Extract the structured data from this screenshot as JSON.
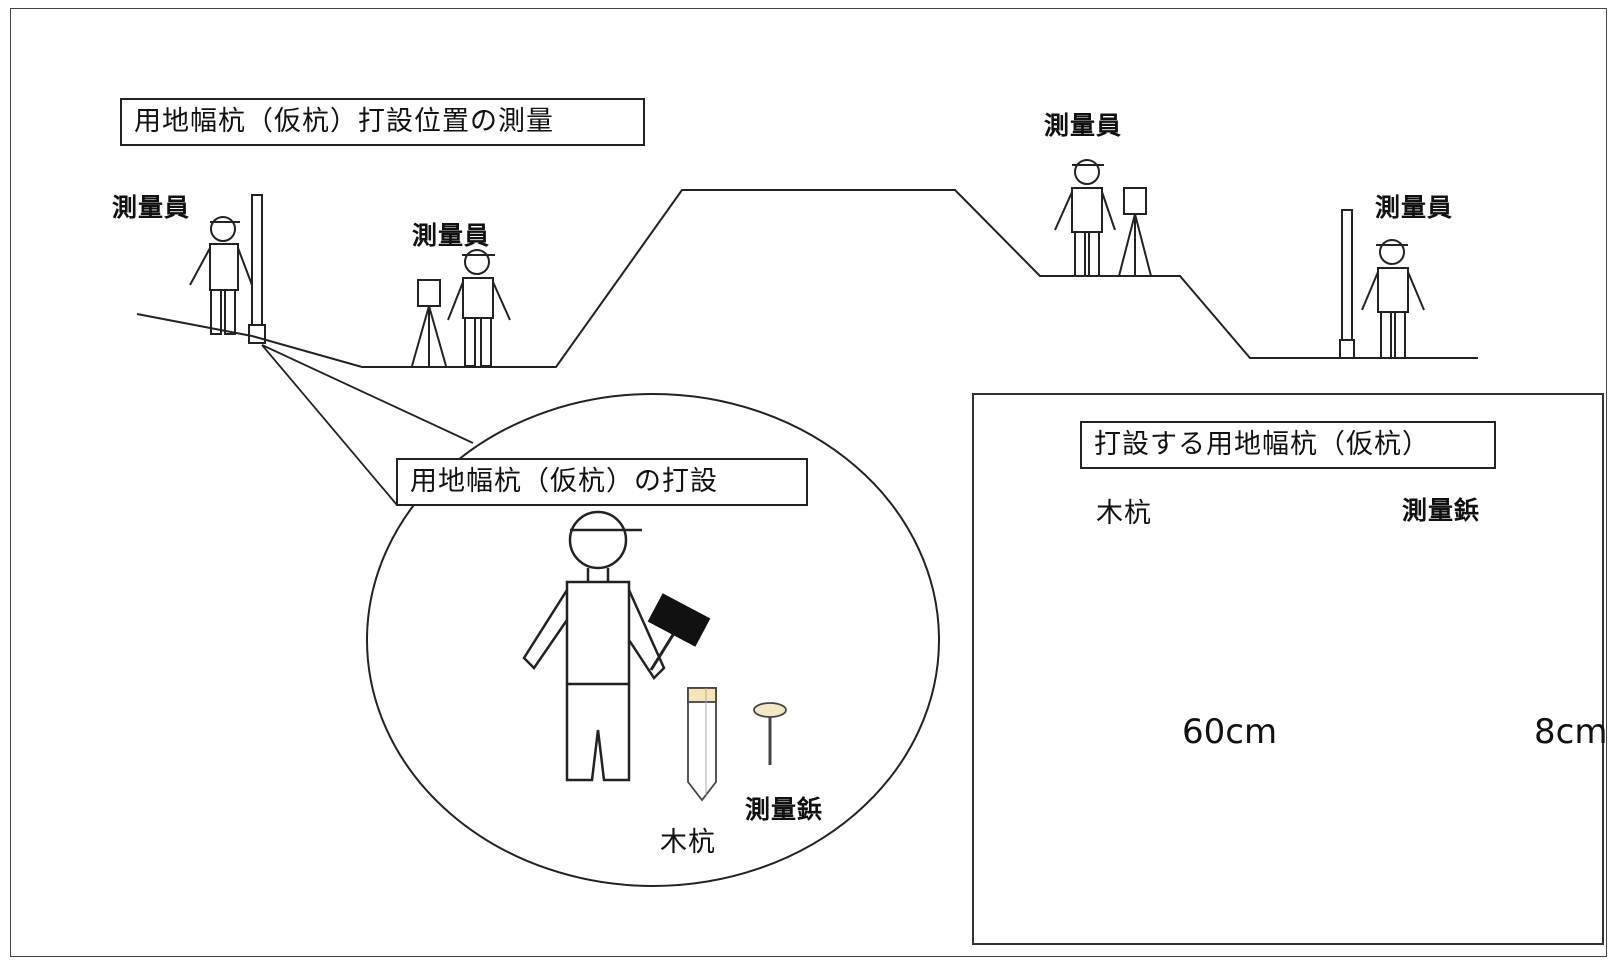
{
  "title_box": "用地幅杭（仮杭）打設位置の測量",
  "surveyors": {
    "left": "測量員",
    "left_mid": "測量員",
    "center": "測量員",
    "right": "測量員"
  },
  "inset": {
    "title": "用地幅杭（仮杭）の打設",
    "wood_stake": "木杭",
    "survey_rivet": "測量鋲"
  },
  "photo_panel": {
    "title": "打設する用地幅杭（仮杭）",
    "left_caption": "木杭",
    "right_caption": "測量鋲",
    "left_dimension": "60cm",
    "right_dimension": "8cm"
  },
  "colors": {
    "line": "#222222",
    "wood": "#e8c99a",
    "rivet_cap": "#f2c230",
    "photo_bg": "#ededed"
  }
}
